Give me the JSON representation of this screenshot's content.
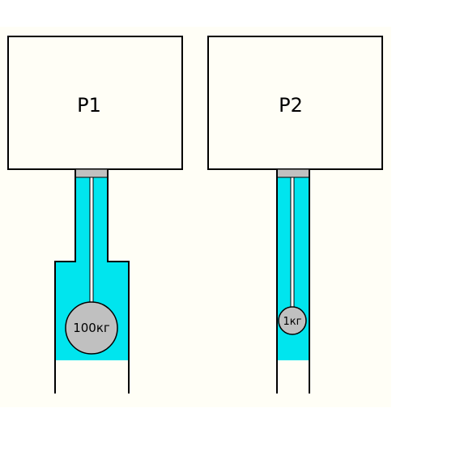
{
  "colors": {
    "background_panel": "#fffef6",
    "fluid": "#00e5ee",
    "piston": "#c0c0c0",
    "weight": "#c0c0c0",
    "outline": "#000000"
  },
  "left_apparatus": {
    "chamber_label": "P1",
    "weight_label": "100кг"
  },
  "right_apparatus": {
    "chamber_label": "P2",
    "weight_label": "1кг"
  }
}
